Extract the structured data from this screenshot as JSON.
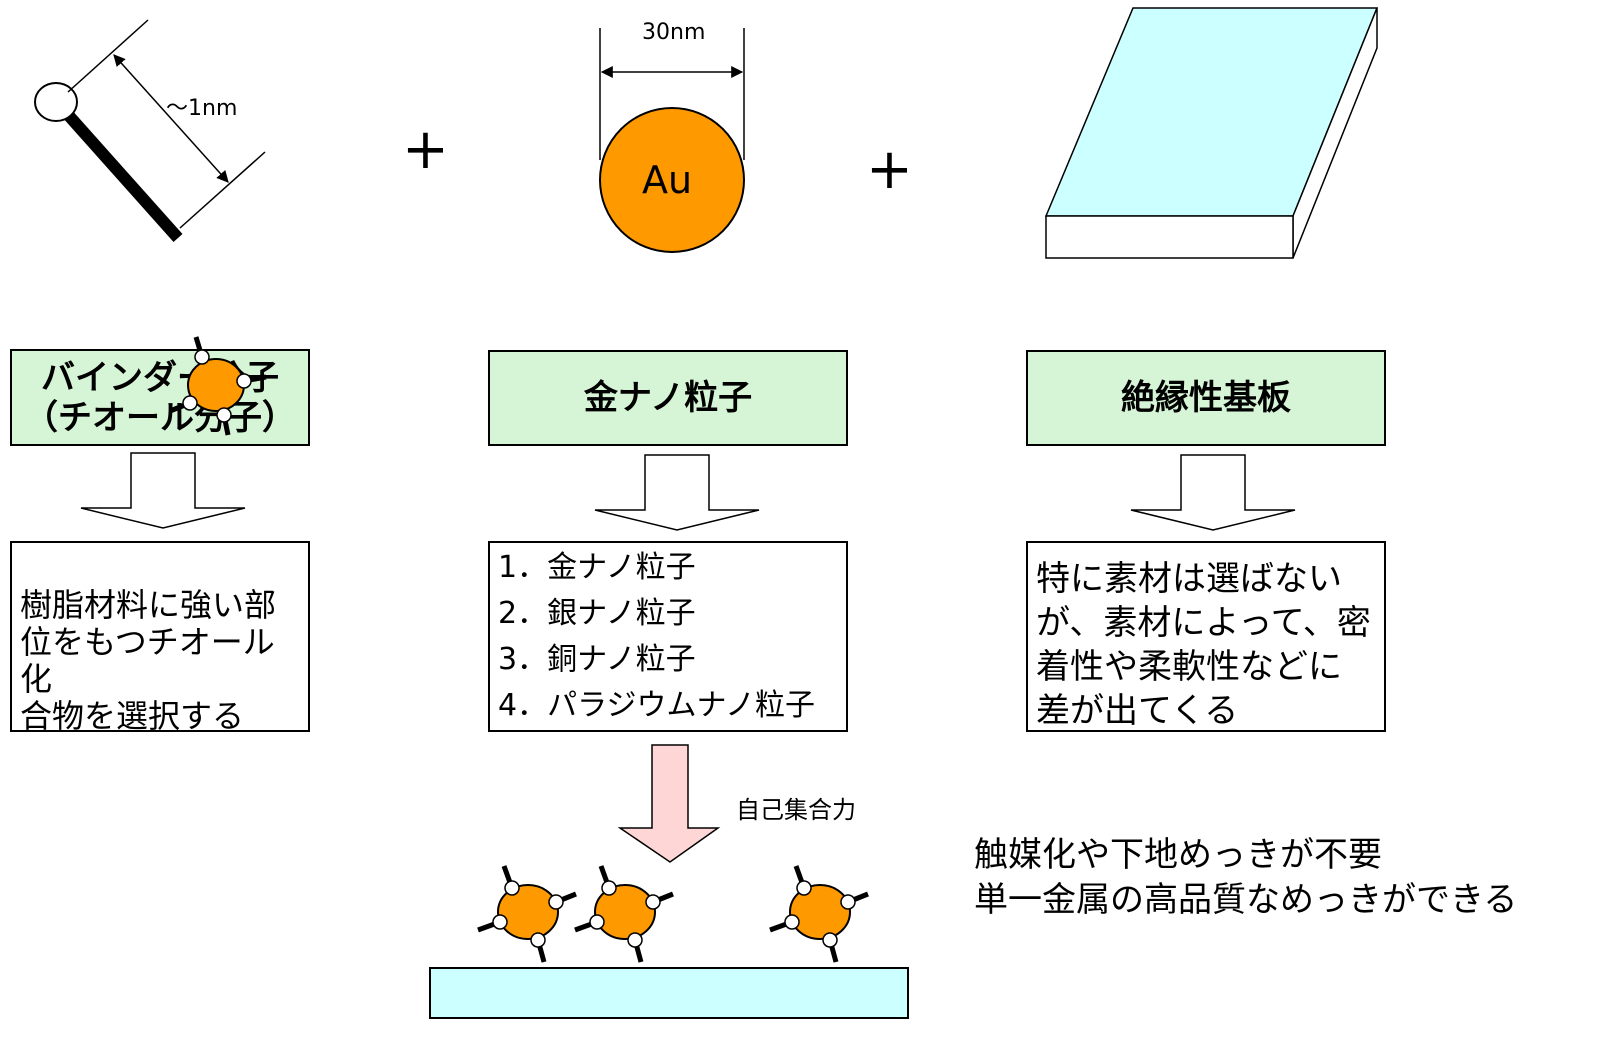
{
  "top": {
    "thiol_length_label": "〜1nm",
    "gold_diameter_label": "30nm",
    "gold_symbol": "Au",
    "plus_sign": "+"
  },
  "boxes": {
    "binder": {
      "title_line1": "バインダー分子",
      "title_line2": "（チオール分子）"
    },
    "gold": {
      "title": "金ナノ粒子"
    },
    "substrate": {
      "title": "絶縁性基板"
    }
  },
  "descriptions": {
    "binder": [
      "樹脂材料に強い部",
      "位をもつチオール化",
      "合物を選択する"
    ],
    "particles": [
      "1．金ナノ粒子",
      "2．銀ナノ粒子",
      "3．銅ナノ粒子",
      "4．パラジウムナノ粒子"
    ],
    "substrate": [
      "特に素材は選ばない",
      "が、素材によって、密",
      "着性や柔軟性などに",
      "差が出てくる"
    ]
  },
  "assembly": {
    "arrow_label": "自己集合力"
  },
  "result": {
    "line1": "触媒化や下地めっきが不要",
    "line2": "単一金属の高品質なめっきができる"
  },
  "colors": {
    "gold_particle": "#ff9900",
    "title_box": "#d6f5d6",
    "substrate": "#ccffff",
    "pink_arrow": "#ffd6d6"
  }
}
